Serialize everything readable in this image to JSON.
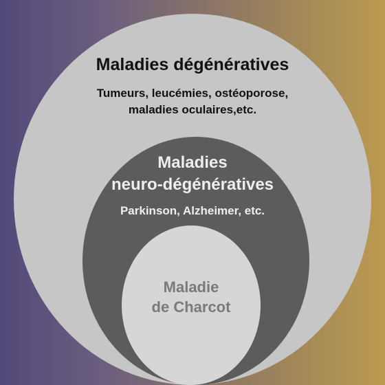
{
  "diagram": {
    "outer": {
      "title": "Maladies dégénératives",
      "examples_line1": "Tumeurs, leucémies, ostéoporose,",
      "examples_line2": "maladies oculaires,etc.",
      "fill": "#c6c6c6"
    },
    "middle": {
      "title_line1": "Maladies",
      "title_line2": "neuro-dégénératives",
      "examples": "Parkinson, Alzheimer, etc.",
      "fill": "#5c5c5c"
    },
    "inner": {
      "title_line1": "Maladie",
      "title_line2": "de Charcot",
      "fill": "#d6d6d6"
    },
    "background_gradient": [
      "#53497a",
      "#bb9a50"
    ]
  }
}
